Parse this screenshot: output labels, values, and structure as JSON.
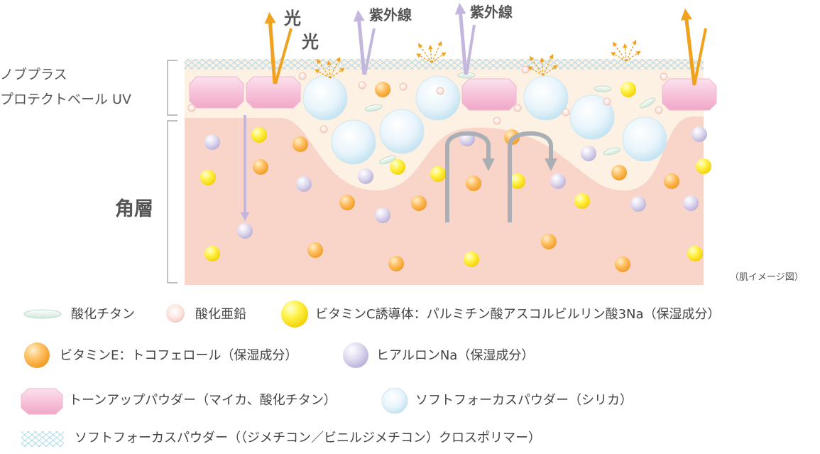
{
  "labels": {
    "light_large": "光",
    "light_small": "光",
    "uv_1": "紫外線",
    "uv_2": "紫外線",
    "product_line1": "ノブプラス",
    "product_line2": "プロテクトベール UV",
    "stratum": "角層",
    "note": "（肌イメージ図）"
  },
  "legend": [
    {
      "key": "titanium-oxide",
      "icon": "ellipse-green-icon",
      "label": "酸化チタン"
    },
    {
      "key": "zinc-oxide",
      "icon": "pink-sphere-icon",
      "label": "酸化亜鉛"
    },
    {
      "key": "vitamin-c",
      "icon": "yellow-sphere-icon",
      "label": "ビタミンC誘導体：パルミチン酸アスコルビルリン酸3Na（保湿成分）"
    },
    {
      "key": "vitamin-e",
      "icon": "orange-sphere-icon",
      "label": "ビタミンE：トコフェロール（保湿成分）"
    },
    {
      "key": "hyaluronic",
      "icon": "lavender-sphere-icon",
      "label": "ヒアルロンNa（保湿成分）"
    },
    {
      "key": "tone-up",
      "icon": "pink-octagon-icon",
      "label": "トーンアップパウダー（マイカ、酸化チタン）"
    },
    {
      "key": "soft-focus-silica",
      "icon": "blue-sphere-icon",
      "label": "ソフトフォーカスパウダー（シリカ）"
    },
    {
      "key": "soft-focus-crosspolymer",
      "icon": "crosshatch-icon",
      "label": "ソフトフォーカスパウダー（（ジメチコン／ビニルジメチコン）クロスポリマー）"
    }
  ],
  "colors": {
    "layer": "#fdf1e3",
    "skin": "#f8d5c8",
    "light_arrow": "#f0a21e",
    "uv_arrow": "#c3b7dd",
    "flow_arrow": "#a9afb4",
    "bracket": "#999999"
  }
}
